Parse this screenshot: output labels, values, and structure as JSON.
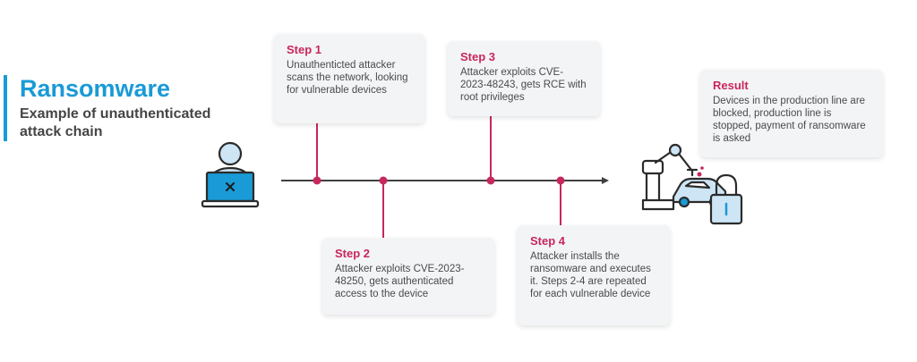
{
  "title": "Ransomware",
  "subtitle": "Example of unauthenticated attack chain",
  "steps": {
    "step1": {
      "title": "Step 1",
      "text": "Unauthenticted attacker scans the network, looking for vulnerable devices"
    },
    "step2": {
      "title": "Step 2",
      "text": "Attacker exploits CVE-2023-48250, gets authenticated access to the device"
    },
    "step3": {
      "title": "Step 3",
      "text": "Attacker exploits CVE-2023-48243,  gets RCE with root privileges"
    },
    "step4": {
      "title": "Step 4",
      "text": "Attacker installs the ransomware and executes it. Steps 2-4 are repeated for each vulnerable device"
    },
    "result": {
      "title": "Result",
      "text": "Devices in the production line are blocked, production line is stopped, payment of ransomware is asked"
    }
  },
  "colors": {
    "accent": "#c8275b",
    "brand_blue": "#1a9ad6",
    "line": "#404040",
    "card_bg": "#f3f4f6"
  },
  "icons": {
    "attacker": "hacker-laptop-icon",
    "factory": "robot-arm-car-lock-icon"
  }
}
